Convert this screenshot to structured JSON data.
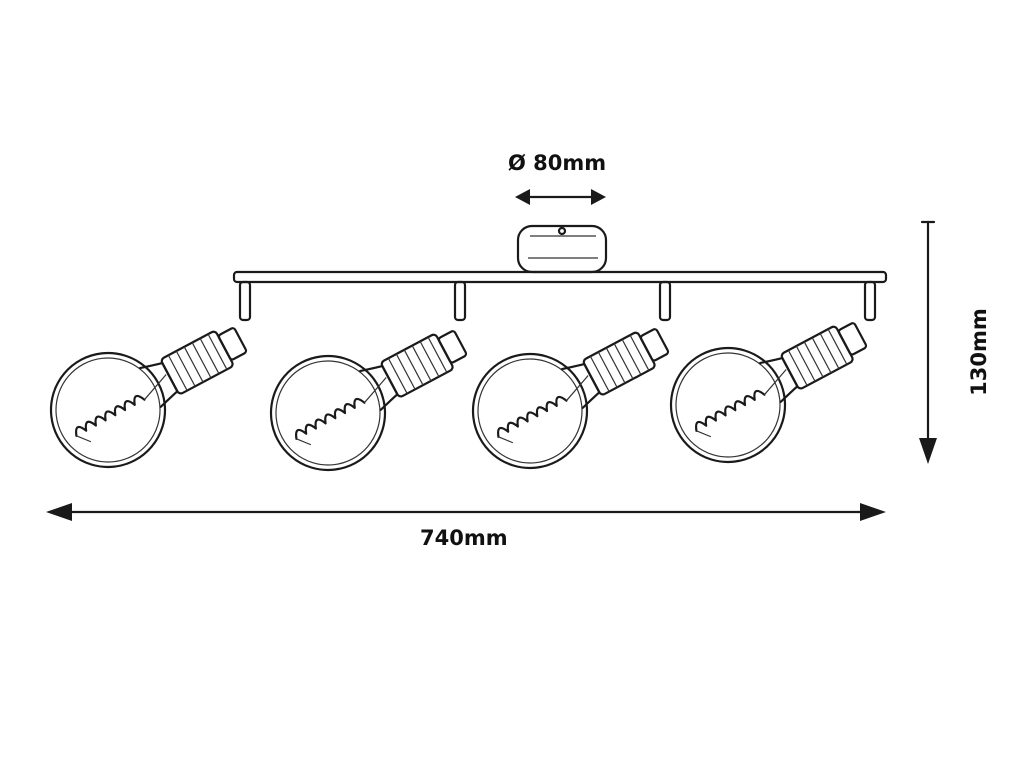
{
  "dimensions": {
    "diameter_label": "Ø 80mm",
    "width_label": "740mm",
    "height_label": "130mm"
  },
  "fixture": {
    "bulb_count": 4
  },
  "colors": {
    "ink": "#1a1a1a",
    "background": "#ffffff"
  }
}
